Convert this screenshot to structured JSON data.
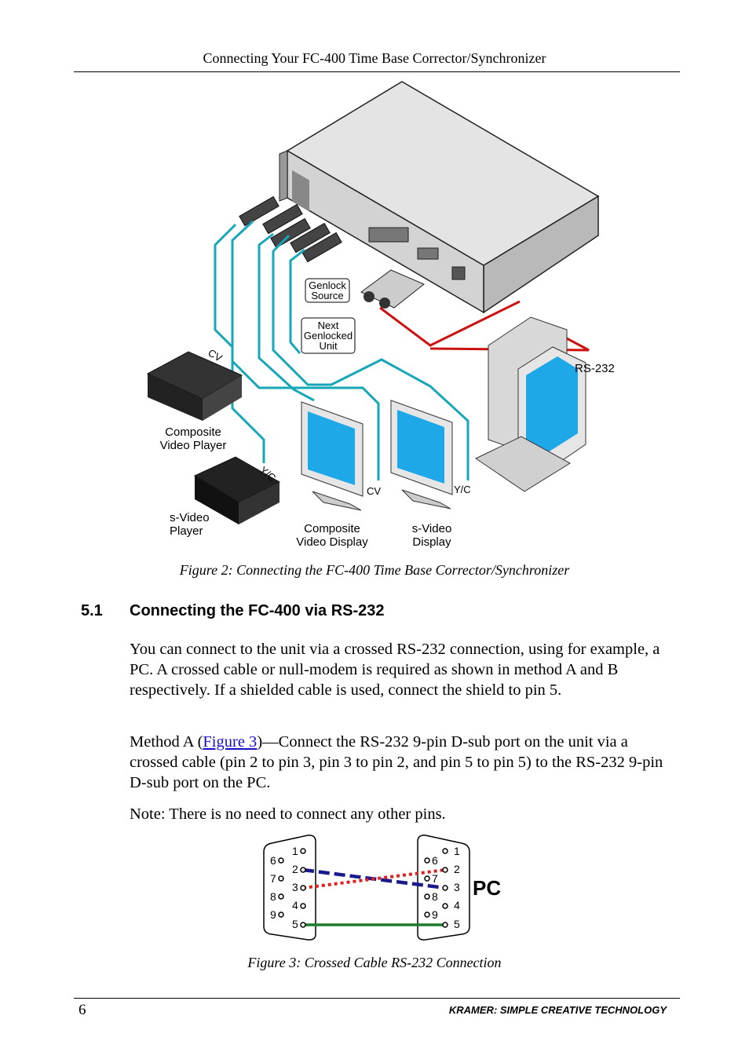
{
  "header": {
    "title": "Connecting Your FC-400 Time Base Corrector/Synchronizer"
  },
  "figure2": {
    "labels": {
      "genlock_source": [
        "Genlock",
        "Source"
      ],
      "next_genlocked_unit": [
        "Next",
        "Genlocked",
        "Unit"
      ],
      "rs232": "RS-232",
      "cv_cable": "CV",
      "yc_cable": "Y/C",
      "composite_video_player": [
        "Composite",
        "Video Player"
      ],
      "svideo_player": [
        "s-Video",
        "Player"
      ],
      "composite_video_display": [
        "Composite",
        "Video Display"
      ],
      "svideo_display": [
        "s-Video",
        "Display"
      ],
      "cv_display": "CV",
      "yc_display": "Y/C"
    },
    "caption": "Figure 2: Connecting the FC-400 Time Base Corrector/Synchronizer"
  },
  "section": {
    "number": "5.1",
    "title": "Connecting the FC-400 via RS-232",
    "para1": "You can connect to the unit via a crossed RS-232 connection, using for example, a PC. A crossed cable or null-modem is required as shown in method A and B respectively. If a shielded cable is used, connect the shield to pin 5.",
    "para2_prefix": "Method A (",
    "para2_link": "Figure 3",
    "para2_suffix": ")—Connect the RS-232 9-pin D-sub port on the unit via a crossed cable (pin 2 to pin 3, pin 3 to pin 2, and pin 5 to pin 5) to the RS-232 9-pin D-sub port on the PC.",
    "note": "Note: There is no need to connect any other pins."
  },
  "figure3": {
    "left_pins_top": [
      "1",
      "2",
      "3",
      "4",
      "5"
    ],
    "left_pins_side": [
      "6",
      "7",
      "8",
      "9"
    ],
    "right_pins_top": [
      "1",
      "2",
      "3",
      "4",
      "5"
    ],
    "right_pins_side": [
      "6",
      "7",
      "8",
      "9"
    ],
    "pc_label": "PC",
    "wire_colors": {
      "pin2_to_pin3": "#1a1a8c",
      "pin3_to_pin2": "#e02020",
      "pin5_to_pin5": "#1f7a2e"
    },
    "caption": "Figure 3: Crossed Cable RS-232 Connection"
  },
  "footer": {
    "page_number": "6",
    "brand": "KRAMER:  SIMPLE CREATIVE TECHNOLOGY"
  }
}
